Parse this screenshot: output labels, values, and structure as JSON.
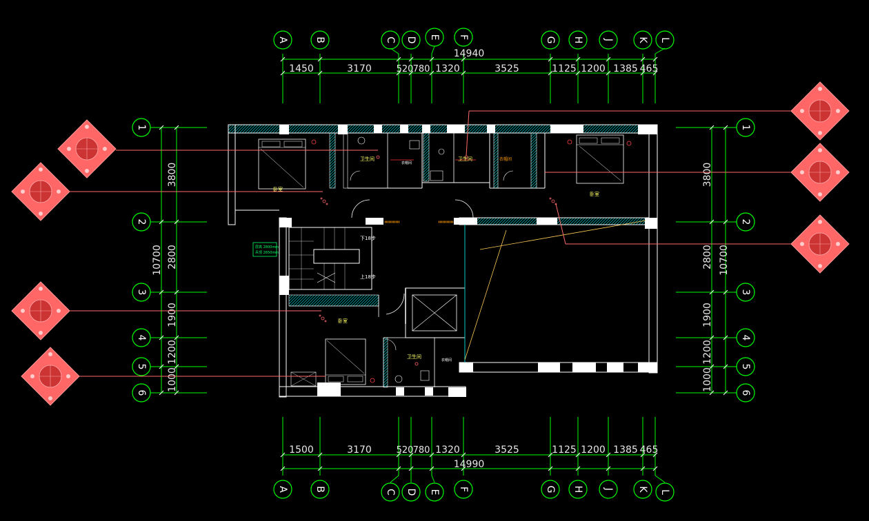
{
  "columns": [
    "A",
    "B",
    "C",
    "D",
    "E",
    "F",
    "G",
    "H",
    "J",
    "K",
    "L"
  ],
  "rows": [
    "1",
    "2",
    "3",
    "4",
    "5",
    "6"
  ],
  "top_dims": {
    "total": "14940",
    "segments": [
      "1450",
      "3170",
      "520",
      "780",
      "1320",
      "3525",
      "1125",
      "1200",
      "1385",
      "465"
    ]
  },
  "bottom_dims": {
    "total": "14990",
    "segments": [
      "1500",
      "3170",
      "520",
      "780",
      "1320",
      "3525",
      "1125",
      "1200",
      "1385",
      "465"
    ]
  },
  "side_dims": {
    "total": "10700",
    "segments": [
      "3800",
      "2800",
      "1900",
      "1200",
      "1000"
    ]
  },
  "rooms": {
    "bath_1": "卫生间",
    "closet_1": "衣帽间",
    "bath_2": "卫生间",
    "closet_2": "衣帽间",
    "bedroom_1": "卧室",
    "bedroom_2": "卧室",
    "bedroom_3": "卧室",
    "bath_3": "卫生间",
    "closet_3": "衣帽间",
    "stair_down": "下18步",
    "stair_up": "上18步"
  },
  "green_note": [
    "层高 2800mm",
    "吊顶 2650mm"
  ],
  "colors": {
    "grid": "#00ff00",
    "wall": "#ffffff",
    "hatch": "#00cccc",
    "tag": "#ff6666",
    "leader": "#ff6b6b",
    "accent": "#ffff66",
    "background": "#000000"
  }
}
